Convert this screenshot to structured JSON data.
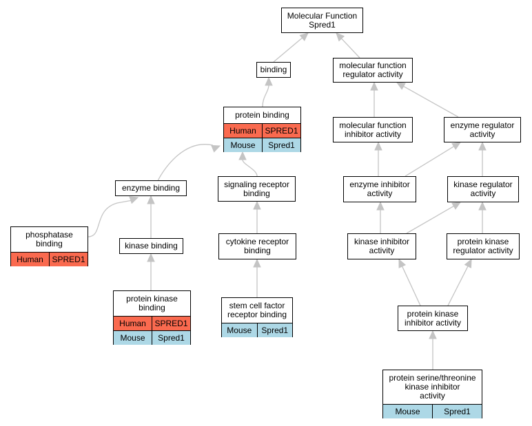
{
  "colors": {
    "human": "#fa6a4f",
    "mouse": "#add8e6",
    "edge": "#c4c4c4",
    "border": "#000000"
  },
  "nodes": {
    "mf": {
      "lines": [
        "Molecular Function",
        "Spred1"
      ]
    },
    "binding": {
      "lines": [
        "binding"
      ]
    },
    "mfra": {
      "lines": [
        "molecular function",
        "regulator activity"
      ]
    },
    "pb": {
      "lines": [
        "protein binding"
      ],
      "rows": [
        {
          "species": "human",
          "organism": "Human",
          "gene": "SPRED1"
        },
        {
          "species": "mouse",
          "organism": "Mouse",
          "gene": "Spred1"
        }
      ]
    },
    "mfia": {
      "lines": [
        "molecular function",
        "inhibitor activity"
      ]
    },
    "era": {
      "lines": [
        "enzyme regulator",
        "activity"
      ]
    },
    "eb": {
      "lines": [
        "enzyme binding"
      ]
    },
    "srb": {
      "lines": [
        "signaling receptor",
        "binding"
      ]
    },
    "eia": {
      "lines": [
        "enzyme inhibitor",
        "activity"
      ]
    },
    "kra": {
      "lines": [
        "kinase regulator",
        "activity"
      ]
    },
    "phb": {
      "lines": [
        "phosphatase",
        "binding"
      ],
      "rows": [
        {
          "species": "human",
          "organism": "Human",
          "gene": "SPRED1"
        }
      ]
    },
    "kb": {
      "lines": [
        "kinase binding"
      ]
    },
    "crb": {
      "lines": [
        "cytokine receptor",
        "binding"
      ]
    },
    "kia": {
      "lines": [
        "kinase inhibitor",
        "activity"
      ]
    },
    "pkra": {
      "lines": [
        "protein kinase",
        "regulator activity"
      ]
    },
    "pkb": {
      "lines": [
        "protein kinase",
        "binding"
      ],
      "rows": [
        {
          "species": "human",
          "organism": "Human",
          "gene": "SPRED1"
        },
        {
          "species": "mouse",
          "organism": "Mouse",
          "gene": "Spred1"
        }
      ]
    },
    "scf": {
      "lines": [
        "stem cell factor",
        "receptor binding"
      ],
      "rows": [
        {
          "species": "mouse",
          "organism": "Mouse",
          "gene": "Spred1"
        }
      ]
    },
    "pkia": {
      "lines": [
        "protein kinase",
        "inhibitor activity"
      ]
    },
    "pstk": {
      "lines": [
        "protein serine/threonine",
        "kinase inhibitor",
        "activity"
      ],
      "rows": [
        {
          "species": "mouse",
          "organism": "Mouse",
          "gene": "Spred1"
        }
      ]
    }
  },
  "edges": [
    [
      "binding",
      "mf"
    ],
    [
      "mfra",
      "mf"
    ],
    [
      "pb",
      "binding"
    ],
    [
      "mfia",
      "mfra"
    ],
    [
      "era",
      "mfra"
    ],
    [
      "eb",
      "pb"
    ],
    [
      "srb",
      "pb"
    ],
    [
      "eia",
      "mfia"
    ],
    [
      "eia",
      "era"
    ],
    [
      "kra",
      "era"
    ],
    [
      "phb",
      "eb"
    ],
    [
      "kb",
      "eb"
    ],
    [
      "crb",
      "srb"
    ],
    [
      "kia",
      "eia"
    ],
    [
      "kia",
      "kra"
    ],
    [
      "pkra",
      "kra"
    ],
    [
      "pkb",
      "kb"
    ],
    [
      "scf",
      "crb"
    ],
    [
      "pkia",
      "kia"
    ],
    [
      "pkia",
      "pkra"
    ],
    [
      "pstk",
      "pkia"
    ]
  ]
}
